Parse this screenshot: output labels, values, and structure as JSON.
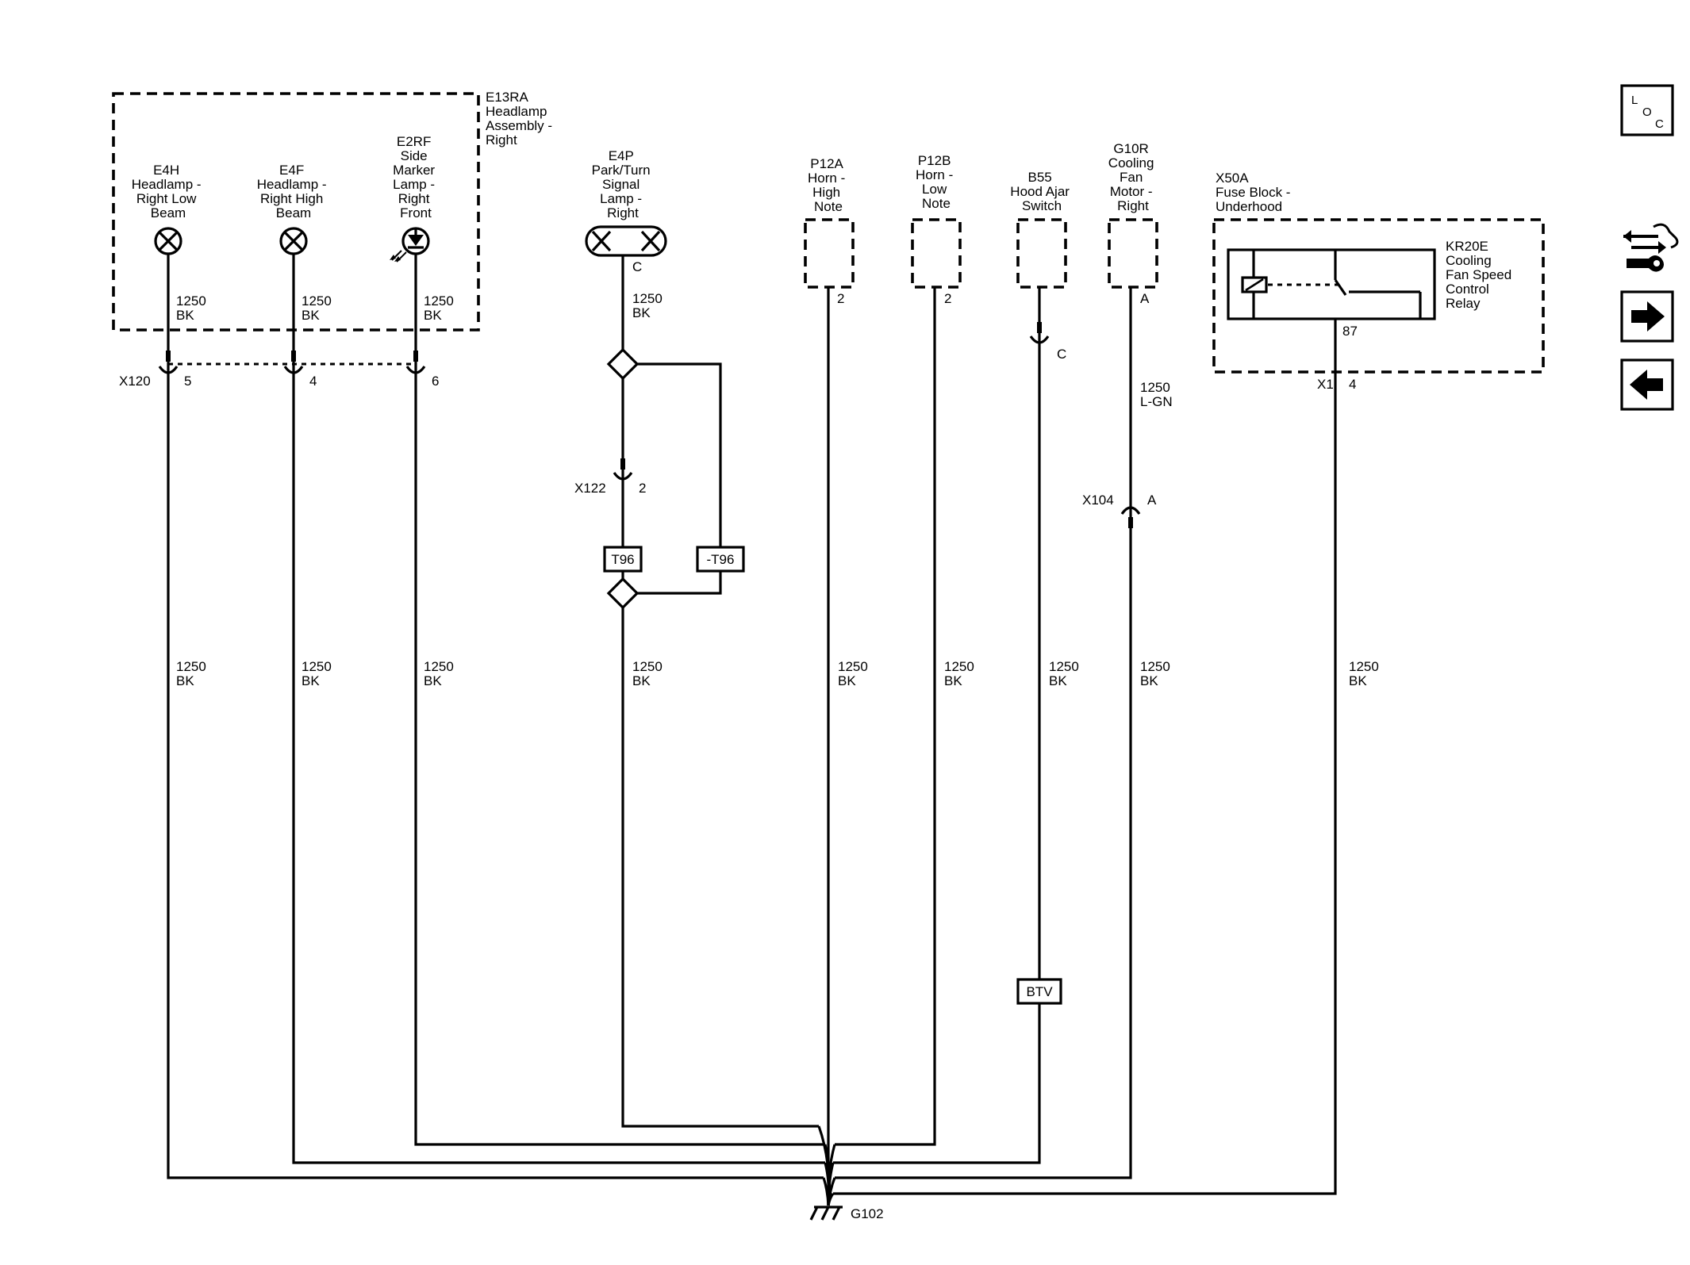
{
  "harness_box": {
    "id": "E13RA",
    "lines": [
      "Headlamp",
      "Assembly -",
      "Right"
    ]
  },
  "components": [
    {
      "id": "E4H",
      "lines": [
        "Headlamp -",
        "Right Low",
        "Beam"
      ]
    },
    {
      "id": "E4F",
      "lines": [
        "Headlamp -",
        "Right High",
        "Beam"
      ]
    },
    {
      "id": "E2RF",
      "lines": [
        "Side",
        "Marker",
        "Lamp -",
        "Right",
        "Front"
      ]
    },
    {
      "id": "E4P",
      "lines": [
        "Park/Turn",
        "Signal",
        "Lamp -",
        "Right"
      ]
    },
    {
      "id": "P12A",
      "lines": [
        "Horn -",
        "High",
        "Note"
      ]
    },
    {
      "id": "P12B",
      "lines": [
        "Horn -",
        "Low",
        "Note"
      ]
    },
    {
      "id": "B55",
      "lines": [
        "Hood Ajar",
        "Switch"
      ]
    },
    {
      "id": "G10R",
      "lines": [
        "Cooling",
        "Fan",
        "Motor -",
        "Right"
      ]
    },
    {
      "id": "X50A",
      "lines": [
        "Fuse Block -",
        "Underhood"
      ]
    }
  ],
  "relay": {
    "id": "KR20E",
    "lines": [
      "Cooling",
      "Fan Speed",
      "Control",
      "Relay"
    ],
    "pin": "87"
  },
  "pins": {
    "e4p": "C",
    "p12a": "2",
    "p12b": "2",
    "b55": "C",
    "g10r": "A"
  },
  "connectors": {
    "x120": {
      "id": "X120",
      "pins": [
        "5",
        "4",
        "6"
      ]
    },
    "x122": {
      "id": "X122",
      "pin": "2"
    },
    "x104": {
      "id": "X104",
      "pin": "A"
    },
    "x1": {
      "id": "X1",
      "pin": "4"
    }
  },
  "wires": {
    "w1": {
      "size": "1250",
      "color": "BK"
    },
    "w2": {
      "size": "1250",
      "color": "BK"
    },
    "w3": {
      "size": "1250",
      "color": "BK"
    },
    "w4": {
      "size": "1250",
      "color": "BK"
    },
    "w5": {
      "size": "1250",
      "color": "L-GN"
    },
    "w6": {
      "size": "1250",
      "color": "BK"
    },
    "w7": {
      "size": "1250",
      "color": "BK"
    },
    "w8": {
      "size": "1250",
      "color": "BK"
    },
    "w9": {
      "size": "1250",
      "color": "BK"
    },
    "w10": {
      "size": "1250",
      "color": "BK"
    },
    "w11": {
      "size": "1250",
      "color": "BK"
    },
    "w12": {
      "size": "1250",
      "color": "BK"
    },
    "w13": {
      "size": "1250",
      "color": "BK"
    },
    "w14": {
      "size": "1250",
      "color": "BK"
    }
  },
  "options": {
    "t96": "T96",
    "not_t96": "-T96",
    "btv": "BTV"
  },
  "ground": "G102",
  "nav": {
    "loc": {
      "letters": [
        "L",
        "O",
        "C"
      ],
      "icon": "locator-icon"
    },
    "service": {
      "icon": "service-wrench-icon"
    },
    "next": {
      "icon": "arrow-right-icon"
    },
    "back": {
      "icon": "arrow-left-icon"
    }
  }
}
